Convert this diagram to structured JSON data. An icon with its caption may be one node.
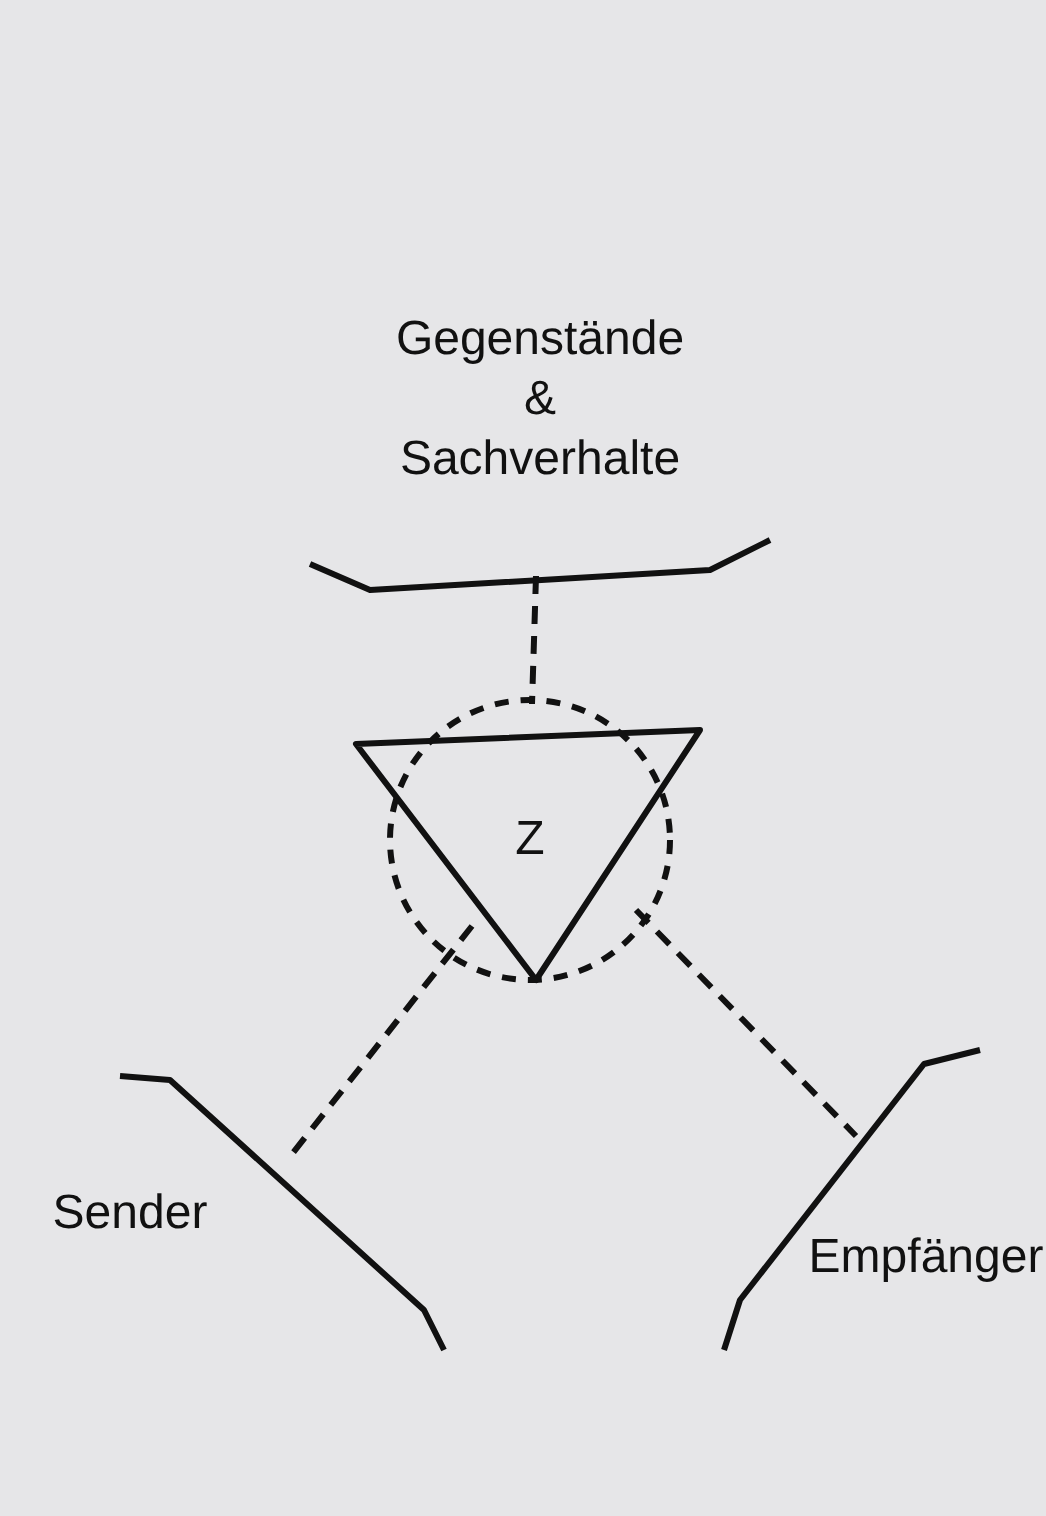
{
  "diagram": {
    "nodes": [
      {
        "text": [
          "Gegenstände & Sachverhalte"
        ]
      },
      {
        "text": [
          "Z"
        ]
      },
      {
        "text": [
          "Sender"
        ]
      },
      {
        "text": [
          "Empfänger"
        ]
      }
    ],
    "edges": [
      {
        "from": 0,
        "to": 1,
        "arrow": "none",
        "style": "dashed"
      },
      {
        "from": 1,
        "to": 2,
        "arrow": "none",
        "style": "dashed"
      },
      {
        "from": 1,
        "to": 3,
        "arrow": "none",
        "style": "dashed"
      }
    ]
  }
}
